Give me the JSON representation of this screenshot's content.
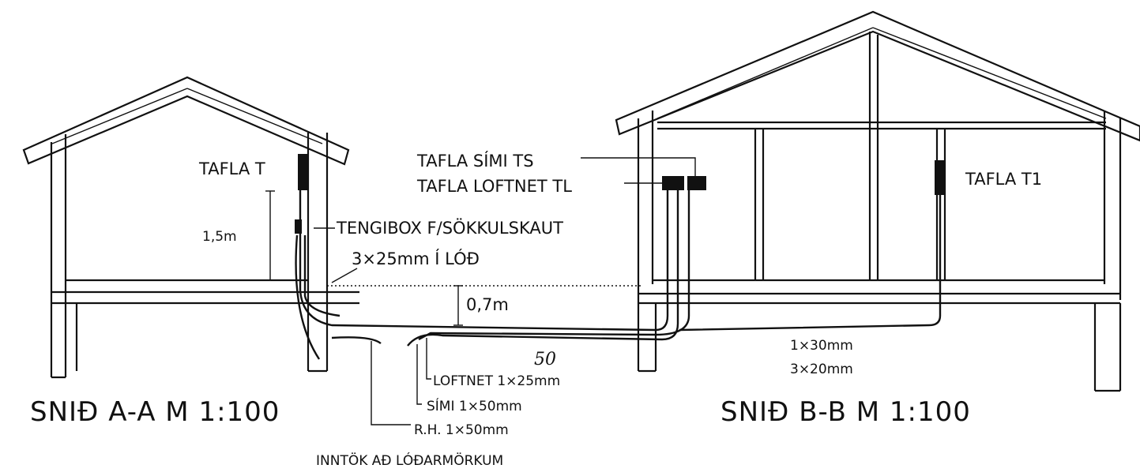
{
  "section_aa": {
    "title": "SNIÐ A-A  M 1:100",
    "panel_t": "TAFLA T",
    "height_marker": "1,5m",
    "junction_box": "TENGIBOX F/SÖKKULSKAUT",
    "earth_cable": "3×25mm Í LÓÐ"
  },
  "section_bb": {
    "title": "SNIÐ B-B  M 1:100",
    "panel_ts": "TAFLA SÍMI  TS",
    "panel_tl": "TAFLA LOFTNET  TL",
    "panel_t1": "TAFLA T1",
    "conduit_1": "1×30mm",
    "conduit_2": "3×20mm"
  },
  "ground": {
    "depth": "0,7m"
  },
  "entries": {
    "loftnet": "LOFTNET 1×25mm",
    "loftnet_correction": "50",
    "simi": "SÍMI  1×50mm",
    "rh": "R.H.  1×50mm",
    "caption": "INNTÖK AÐ LÓÐARMÖRKUM"
  }
}
